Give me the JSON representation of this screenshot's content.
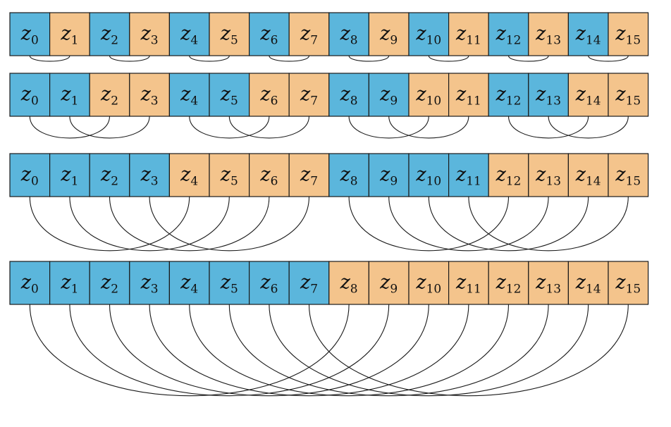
{
  "colors": {
    "blue": "#5bb6dc",
    "orange": "#f4c48c",
    "line": "#1a1a1a"
  },
  "rows": [
    {
      "pattern": "BOBOBOBOBOBOBOBO",
      "labels": [
        "z",
        "z",
        "z",
        "z",
        "z",
        "z",
        "z",
        "z",
        "z",
        "z",
        "z",
        "z",
        "z",
        "z",
        "z",
        "z"
      ],
      "subs": [
        "0",
        "1",
        "2",
        "3",
        "4",
        "5",
        "6",
        "7",
        "8",
        "9",
        "10",
        "11",
        "12",
        "13",
        "14",
        "15"
      ],
      "span": 1
    },
    {
      "pattern": "BBOOBBOOBBOOBBOO",
      "labels": [
        "z",
        "z",
        "z",
        "z",
        "z",
        "z",
        "z",
        "z",
        "z",
        "z",
        "z",
        "z",
        "z",
        "z",
        "z",
        "z"
      ],
      "subs": [
        "0",
        "1",
        "2",
        "3",
        "4",
        "5",
        "6",
        "7",
        "8",
        "9",
        "10",
        "11",
        "12",
        "13",
        "14",
        "15"
      ],
      "span": 2
    },
    {
      "pattern": "BBBBOOOOBBBBOOOO",
      "labels": [
        "z",
        "z",
        "z",
        "z",
        "z",
        "z",
        "z",
        "z",
        "z",
        "z",
        "z",
        "z",
        "z",
        "z",
        "z",
        "z"
      ],
      "subs": [
        "0",
        "1",
        "2",
        "3",
        "4",
        "5",
        "6",
        "7",
        "8",
        "9",
        "10",
        "11",
        "12",
        "13",
        "14",
        "15"
      ],
      "span": 4
    },
    {
      "pattern": "BBBBBBBBOOOOOOOO",
      "labels": [
        "z",
        "z",
        "z",
        "z",
        "z",
        "z",
        "z",
        "z",
        "z",
        "z",
        "z",
        "z",
        "z",
        "z",
        "z",
        "z"
      ],
      "subs": [
        "0",
        "1",
        "2",
        "3",
        "4",
        "5",
        "6",
        "7",
        "8",
        "9",
        "10",
        "11",
        "12",
        "13",
        "14",
        "15"
      ],
      "span": 8
    }
  ]
}
